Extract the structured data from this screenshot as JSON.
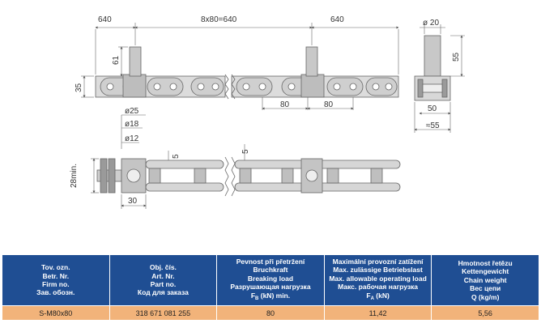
{
  "diagram": {
    "dimensions": {
      "top_left_640": "640",
      "pitch_total": "8x80=640",
      "top_right_640": "640",
      "height_61": "61",
      "height_35": "35",
      "pin_80_left": "80",
      "pin_80_right": "80",
      "dia_25": "ø25",
      "dia_18": "ø18",
      "dia_12": "ø12",
      "dia_20": "ø 20",
      "side_55": "55",
      "width_50": "50",
      "width_55": "≈55",
      "min_28": "28min.",
      "gap_5a": "5",
      "gap_5b": "5",
      "width_30": "30"
    }
  },
  "table": {
    "headers": [
      [
        "Tov. ozn.",
        "Betr. Nr.",
        "Firm no.",
        "Зав. обозн."
      ],
      [
        "Obj. čís.",
        "Art. Nr.",
        "Part no.",
        "Код для заказа"
      ],
      [
        "Pevnost při přetržení",
        "Bruchkraft",
        "Breaking load",
        "Разрушающая нагрузка"
      ],
      [
        "Maximální provozní zatížení",
        "Max. zulässige Betriebslast",
        "Max. allowable operating load",
        "Макс. рабочая нагрузка"
      ],
      [
        "Hmotnost řetězu",
        "Kettengewicht",
        "Chain weight",
        "Вес цепи",
        "Q (kg/m)"
      ]
    ],
    "breaking_unit": {
      "symbol": "F",
      "sub": "B",
      "unit": " (kN) min."
    },
    "operating_unit": {
      "symbol": "F",
      "sub": "A",
      "unit": " (kN)"
    },
    "row": {
      "firm_no": "S-M80x80",
      "part_no": "318 671 081 255",
      "breaking_load": "80",
      "operating_load": "11,42",
      "weight": "5,56"
    }
  }
}
